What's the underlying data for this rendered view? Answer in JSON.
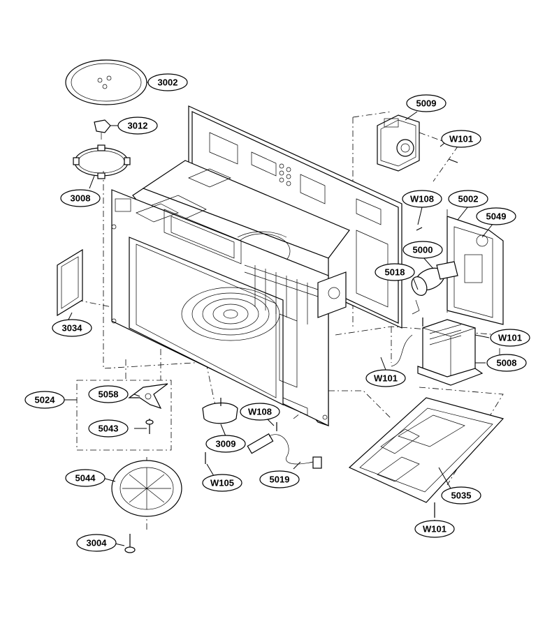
{
  "parts": {
    "p3002": "3002",
    "p3012": "3012",
    "p3008": "3008",
    "p3034": "3034",
    "p5009": "5009",
    "w101_a": "W101",
    "w108_a": "W108",
    "p5002": "5002",
    "p5049": "5049",
    "p5000": "5000",
    "p5018": "5018",
    "w101_b": "W101",
    "p5008": "5008",
    "w101_c": "W101",
    "p5024": "5024",
    "p5058": "5058",
    "p5043": "5043",
    "p5044": "5044",
    "p3004": "3004",
    "p3009": "3009",
    "w108_b": "W108",
    "w105": "W105",
    "p5019": "5019",
    "p5035": "5035",
    "w101_d": "W101"
  }
}
